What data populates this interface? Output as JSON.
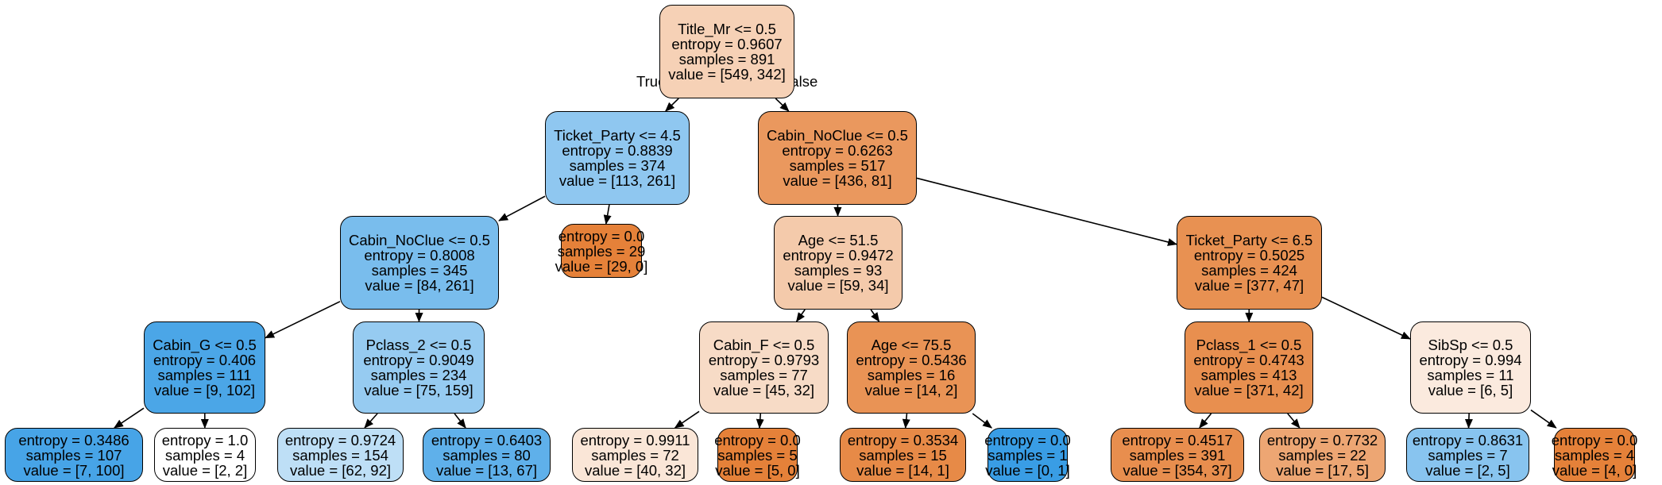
{
  "nodes": [
    {
      "id": "root",
      "lines": [
        "Title_Mr <= 0.5",
        "entropy = 0.9607",
        "samples = 891",
        "value = [549, 342]"
      ],
      "color": "#f6d1b6"
    },
    {
      "id": "n1",
      "lines": [
        "Ticket_Party <= 4.5",
        "entropy = 0.8839",
        "samples = 374",
        "value = [113, 261]"
      ],
      "color": "#8fc7f0"
    },
    {
      "id": "n2",
      "lines": [
        "Cabin_NoClue <= 0.5",
        "entropy = 0.6263",
        "samples = 517",
        "value = [436, 81]"
      ],
      "color": "#ea985e"
    },
    {
      "id": "n3",
      "lines": [
        "Cabin_NoClue <= 0.5",
        "entropy = 0.8008",
        "samples = 345",
        "value = [84, 261]"
      ],
      "color": "#79bded"
    },
    {
      "id": "n4",
      "lines": [
        "entropy = 0.0",
        "samples = 29",
        "value = [29, 0]"
      ],
      "color": "#e58139"
    },
    {
      "id": "n5",
      "lines": [
        "Age <= 51.5",
        "entropy = 0.9472",
        "samples = 93",
        "value = [59, 34]"
      ],
      "color": "#f4caab"
    },
    {
      "id": "n6",
      "lines": [
        "Ticket_Party <= 6.5",
        "entropy = 0.5025",
        "samples = 424",
        "value = [377, 47]"
      ],
      "color": "#e89152"
    },
    {
      "id": "n7",
      "lines": [
        "Cabin_G <= 0.5",
        "entropy = 0.406",
        "samples = 111",
        "value = [9, 102]"
      ],
      "color": "#4ba6e7"
    },
    {
      "id": "n8",
      "lines": [
        "Pclass_2 <= 0.5",
        "entropy = 0.9049",
        "samples = 234",
        "value = [75, 159]"
      ],
      "color": "#96cbf1"
    },
    {
      "id": "n9",
      "lines": [
        "Cabin_F <= 0.5",
        "entropy = 0.9793",
        "samples = 77",
        "value = [45, 32]"
      ],
      "color": "#f7dbc6"
    },
    {
      "id": "n10",
      "lines": [
        "Age <= 75.5",
        "entropy = 0.5436",
        "samples = 16",
        "value = [14, 2]"
      ],
      "color": "#e99355"
    },
    {
      "id": "n11",
      "lines": [
        "Pclass_1 <= 0.5",
        "entropy = 0.4743",
        "samples = 413",
        "value = [371, 42]"
      ],
      "color": "#e88f4f"
    },
    {
      "id": "n12",
      "lines": [
        "SibSp <= 0.5",
        "entropy = 0.994",
        "samples = 11",
        "value = [6, 5]"
      ],
      "color": "#fbeade"
    },
    {
      "id": "n13",
      "lines": [
        "entropy = 0.3486",
        "samples = 107",
        "value = [7, 100]"
      ],
      "color": "#47a4e7"
    },
    {
      "id": "n14",
      "lines": [
        "entropy = 1.0",
        "samples = 4",
        "value = [2, 2]"
      ],
      "color": "#ffffff"
    },
    {
      "id": "n15",
      "lines": [
        "entropy = 0.9724",
        "samples = 154",
        "value = [62, 92]"
      ],
      "color": "#bedff6"
    },
    {
      "id": "n16",
      "lines": [
        "entropy = 0.6403",
        "samples = 80",
        "value = [13, 67]"
      ],
      "color": "#5fb0ea"
    },
    {
      "id": "n17",
      "lines": [
        "entropy = 0.9911",
        "samples = 72",
        "value = [40, 32]"
      ],
      "color": "#fae6d7"
    },
    {
      "id": "n18",
      "lines": [
        "entropy = 0.0",
        "samples = 5",
        "value = [5, 0]"
      ],
      "color": "#e58139"
    },
    {
      "id": "n19",
      "lines": [
        "entropy = 0.3534",
        "samples = 15",
        "value = [14, 1]"
      ],
      "color": "#e78a47"
    },
    {
      "id": "n20",
      "lines": [
        "entropy = 0.0",
        "samples = 1",
        "value = [0, 1]"
      ],
      "color": "#399de5"
    },
    {
      "id": "n21",
      "lines": [
        "entropy = 0.4517",
        "samples = 391",
        "value = [354, 37]"
      ],
      "color": "#e88e4e"
    },
    {
      "id": "n22",
      "lines": [
        "entropy = 0.7732",
        "samples = 22",
        "value = [17, 5]"
      ],
      "color": "#eda673"
    },
    {
      "id": "n23",
      "lines": [
        "entropy = 0.8631",
        "samples = 7",
        "value = [2, 5]"
      ],
      "color": "#88c4ef"
    },
    {
      "id": "n24",
      "lines": [
        "entropy = 0.0",
        "samples = 4",
        "value = [4, 0]"
      ],
      "color": "#e58139"
    }
  ],
  "edges": [
    {
      "from": "root",
      "to": "n1",
      "label": "True"
    },
    {
      "from": "root",
      "to": "n2",
      "label": "False"
    },
    {
      "from": "n1",
      "to": "n3"
    },
    {
      "from": "n1",
      "to": "n4"
    },
    {
      "from": "n2",
      "to": "n5"
    },
    {
      "from": "n2",
      "to": "n6"
    },
    {
      "from": "n3",
      "to": "n7"
    },
    {
      "from": "n3",
      "to": "n8"
    },
    {
      "from": "n5",
      "to": "n9"
    },
    {
      "from": "n5",
      "to": "n10"
    },
    {
      "from": "n6",
      "to": "n11"
    },
    {
      "from": "n6",
      "to": "n12"
    },
    {
      "from": "n7",
      "to": "n13"
    },
    {
      "from": "n7",
      "to": "n14"
    },
    {
      "from": "n8",
      "to": "n15"
    },
    {
      "from": "n8",
      "to": "n16"
    },
    {
      "from": "n9",
      "to": "n17"
    },
    {
      "from": "n9",
      "to": "n18"
    },
    {
      "from": "n10",
      "to": "n19"
    },
    {
      "from": "n10",
      "to": "n20"
    },
    {
      "from": "n11",
      "to": "n21"
    },
    {
      "from": "n11",
      "to": "n22"
    },
    {
      "from": "n12",
      "to": "n23"
    },
    {
      "from": "n12",
      "to": "n24"
    }
  ]
}
